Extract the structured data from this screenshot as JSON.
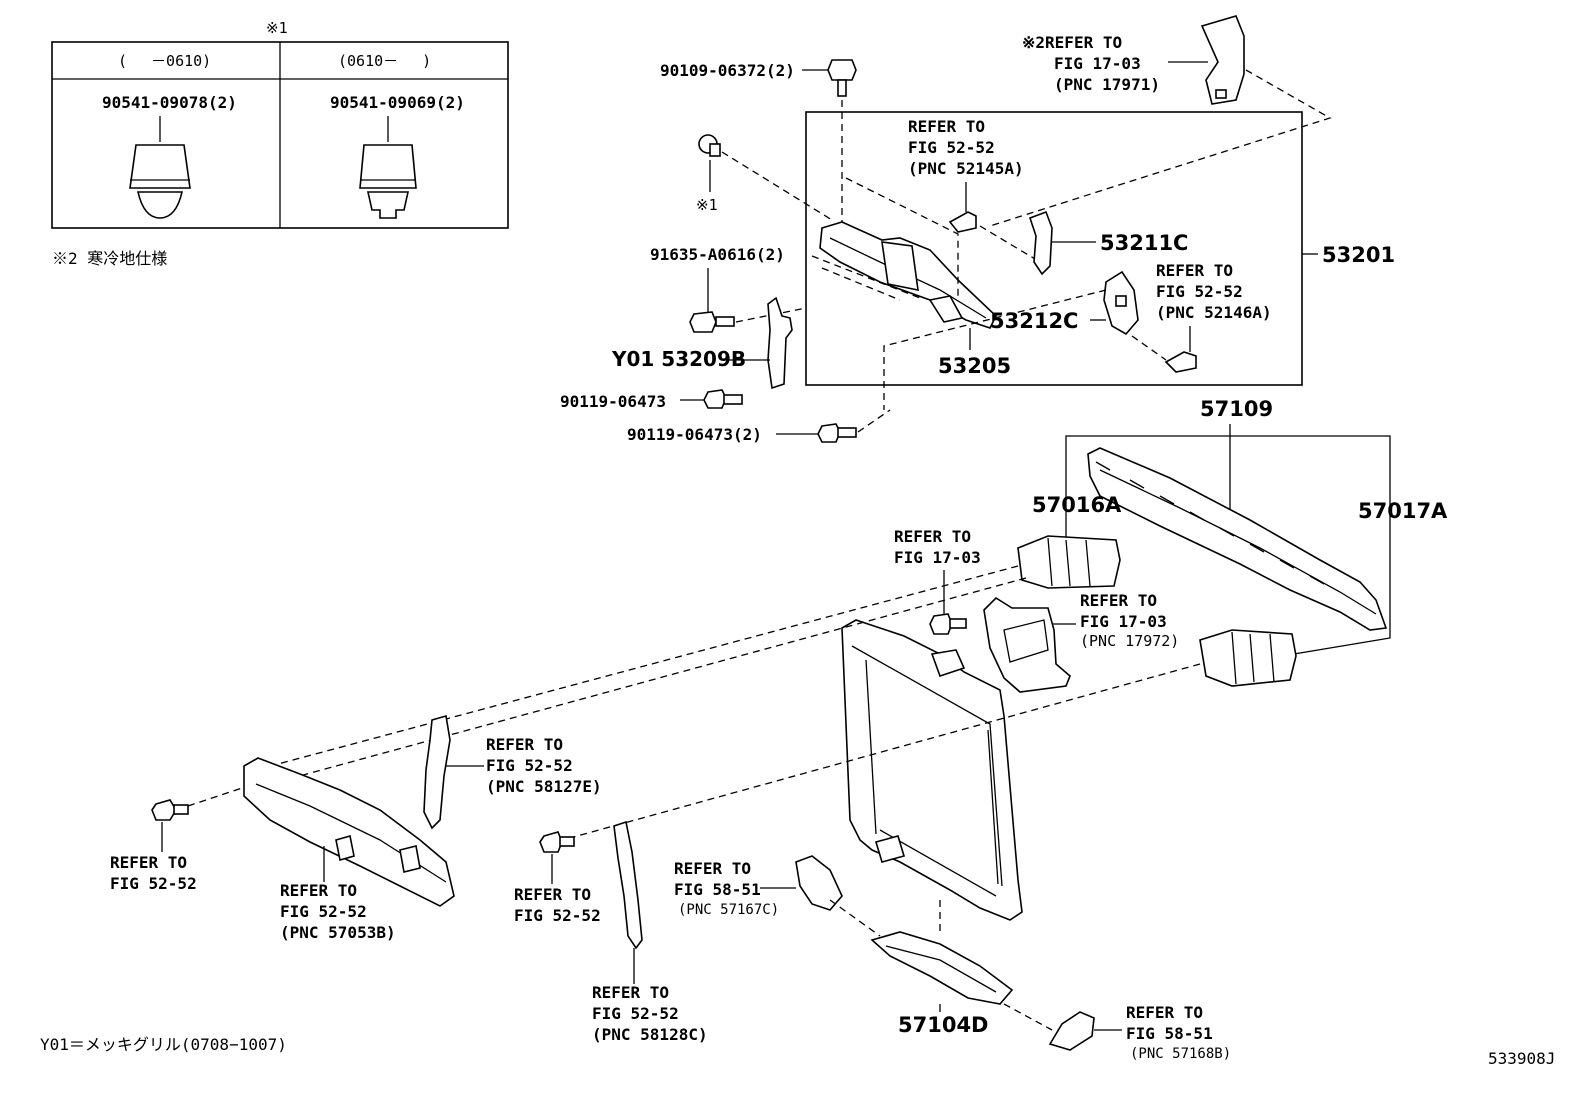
{
  "inset": {
    "marker": "※1",
    "col1_header": "(　 －0610)",
    "col2_header": "(0610－　 )",
    "col1_part": "90541-09078(2)",
    "col2_part": "90541-09069(2)"
  },
  "note2": "※2 寒冷地仕様",
  "footer_note": "Y01＝メッキグリル(0708−1007)",
  "diagram_id": "533908J",
  "callouts": {
    "p90109": "90109-06372(2)",
    "mark1": "※1",
    "p91635": "91635-A0616(2)",
    "p53209B": "Y01 53209B",
    "p90119a": "90119-06473",
    "p90119b": "90119-06473(2)",
    "p53205": "53205",
    "p53211C": "53211C",
    "p53212C": "53212C",
    "p53201": "53201",
    "p57109": "57109",
    "p57016A": "57016A",
    "p57017A": "57017A",
    "p57104D": "57104D"
  },
  "refers": {
    "r17971": [
      "※2REFER TO",
      "FIG 17-03",
      "(PNC 17971)"
    ],
    "r52145A": [
      "REFER TO",
      "FIG 52-52",
      "(PNC 52145A)"
    ],
    "r52146A": [
      "REFER TO",
      "FIG 52-52",
      "(PNC 52146A)"
    ],
    "r1703": [
      "REFER TO",
      "FIG 17-03"
    ],
    "r17972": [
      "REFER TO",
      "FIG 17-03",
      "(PNC 17972)"
    ],
    "r58127E": [
      "REFER TO",
      "FIG 52-52",
      "(PNC 58127E)"
    ],
    "r5252a": [
      "REFER TO",
      "FIG 52-52"
    ],
    "r57053B": [
      "REFER TO",
      "FIG 52-52",
      "(PNC 57053B)"
    ],
    "r5252b": [
      "REFER TO",
      "FIG 52-52"
    ],
    "r58128C": [
      "REFER TO",
      "FIG 52-52",
      "(PNC 58128C)"
    ],
    "r57167C": [
      "REFER TO",
      "FIG 58-51",
      "(PNC 57167C)"
    ],
    "r57168B": [
      "REFER TO",
      "FIG 58-51",
      "(PNC 57168B)"
    ]
  }
}
